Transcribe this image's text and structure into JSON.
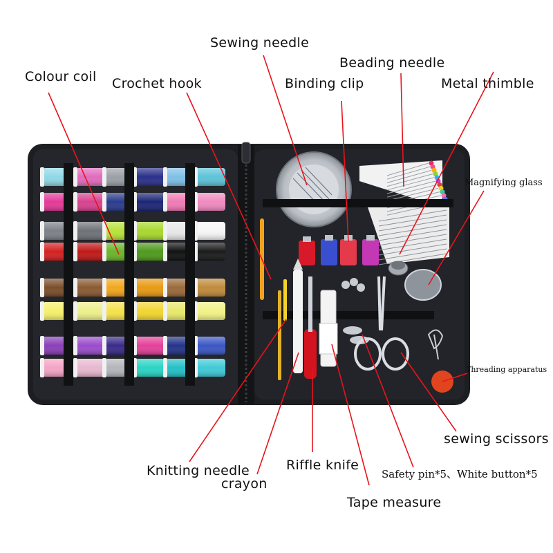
{
  "labels": {
    "sewing_needle": "Sewing needle",
    "beading_needle": "Beading needle",
    "colour_coil": "Colour coil",
    "crochet_hook": "Crochet hook",
    "binding_clip": "Binding clip",
    "metal_thimble": "Metal thimble",
    "magnifying_glass": "Magnifying glass",
    "threading_apparatus": "Threading apparatus",
    "sewing_scissors": "sewing scissors",
    "knitting_needle": "Knitting needle",
    "crayon": "crayon",
    "riffle_knife": "Riffle knife",
    "safety_pin": "Safety pin*5、White button*5",
    "tape_measure": "Tape measure"
  },
  "colors": {
    "pointer_line": "#e8141c",
    "case": "#1c1e22"
  }
}
